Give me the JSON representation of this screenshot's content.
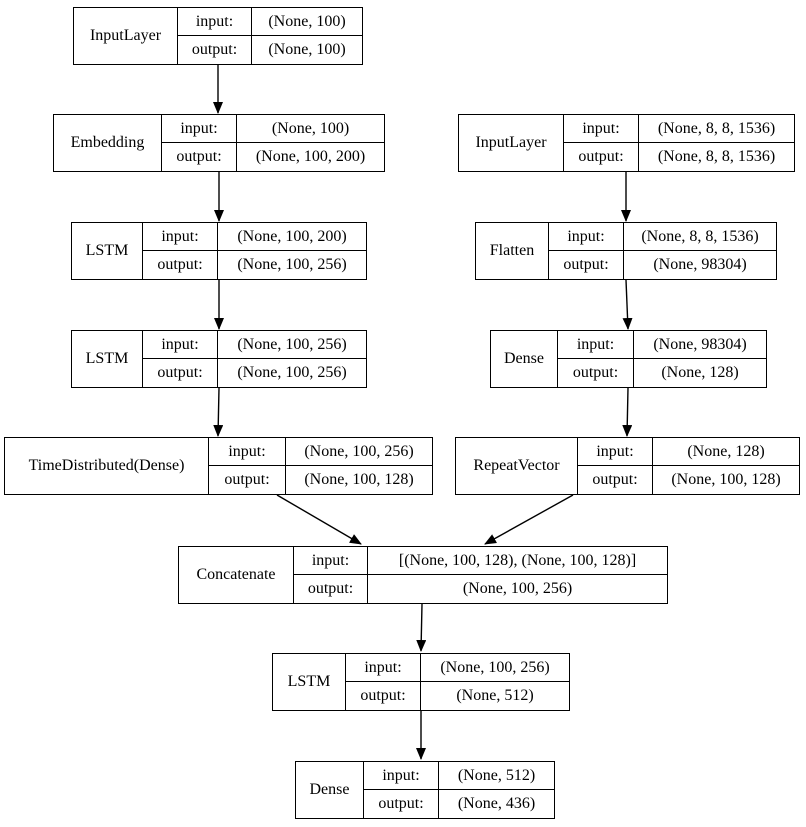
{
  "diagram": {
    "kind": "neural-network-layer-graph",
    "row_labels": {
      "input": "input:",
      "output": "output:"
    },
    "nodes": [
      {
        "id": "input-layer-left",
        "label": "InputLayer",
        "input_shape": "(None, 100)",
        "output_shape": "(None, 100)"
      },
      {
        "id": "embedding",
        "label": "Embedding",
        "input_shape": "(None, 100)",
        "output_shape": "(None, 100, 200)"
      },
      {
        "id": "lstm-1",
        "label": "LSTM",
        "input_shape": "(None, 100, 200)",
        "output_shape": "(None, 100, 256)"
      },
      {
        "id": "lstm-2",
        "label": "LSTM",
        "input_shape": "(None, 100, 256)",
        "output_shape": "(None, 100, 256)"
      },
      {
        "id": "time-distributed",
        "label": "TimeDistributed(Dense)",
        "input_shape": "(None, 100, 256)",
        "output_shape": "(None, 100, 128)"
      },
      {
        "id": "input-layer-right",
        "label": "InputLayer",
        "input_shape": "(None, 8, 8, 1536)",
        "output_shape": "(None, 8, 8, 1536)"
      },
      {
        "id": "flatten",
        "label": "Flatten",
        "input_shape": "(None, 8, 8, 1536)",
        "output_shape": "(None, 98304)"
      },
      {
        "id": "dense-1",
        "label": "Dense",
        "input_shape": "(None, 98304)",
        "output_shape": "(None, 128)"
      },
      {
        "id": "repeat-vector",
        "label": "RepeatVector",
        "input_shape": "(None, 128)",
        "output_shape": "(None, 100, 128)"
      },
      {
        "id": "concatenate",
        "label": "Concatenate",
        "input_shape": "[(None, 100, 128), (None, 100, 128)]",
        "output_shape": "(None, 100, 256)"
      },
      {
        "id": "lstm-3",
        "label": "LSTM",
        "input_shape": "(None, 100, 256)",
        "output_shape": "(None, 512)"
      },
      {
        "id": "dense-2",
        "label": "Dense",
        "input_shape": "(None, 512)",
        "output_shape": "(None, 436)"
      }
    ],
    "edges": [
      {
        "from": "input-layer-left",
        "to": "embedding"
      },
      {
        "from": "embedding",
        "to": "lstm-1"
      },
      {
        "from": "lstm-1",
        "to": "lstm-2"
      },
      {
        "from": "lstm-2",
        "to": "time-distributed"
      },
      {
        "from": "input-layer-right",
        "to": "flatten"
      },
      {
        "from": "flatten",
        "to": "dense-1"
      },
      {
        "from": "dense-1",
        "to": "repeat-vector"
      },
      {
        "from": "time-distributed",
        "to": "concatenate"
      },
      {
        "from": "repeat-vector",
        "to": "concatenate"
      },
      {
        "from": "concatenate",
        "to": "lstm-3"
      },
      {
        "from": "lstm-3",
        "to": "dense-2"
      }
    ],
    "colors": {
      "stroke": "#000000",
      "background": "#ffffff",
      "text": "#000000"
    }
  }
}
